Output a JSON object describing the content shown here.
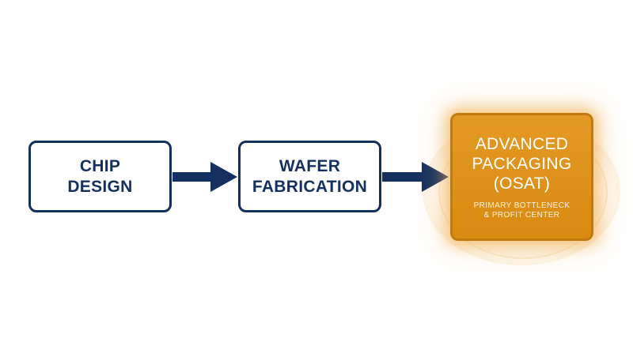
{
  "diagram": {
    "nodes": [
      {
        "id": "chip-design",
        "lines": [
          "CHIP",
          "DESIGN"
        ]
      },
      {
        "id": "wafer-fabrication",
        "lines": [
          "WAFER",
          "FABRICATION"
        ]
      },
      {
        "id": "advanced-packaging",
        "lines": [
          "ADVANCED",
          "PACKAGING",
          "(OSAT)"
        ],
        "sublines": [
          "PRIMARY BOTTLENECK",
          "& PROFIT CENTER"
        ],
        "highlighted": true
      }
    ],
    "edges": [
      {
        "from": "chip-design",
        "to": "wafer-fabrication"
      },
      {
        "from": "wafer-fabrication",
        "to": "advanced-packaging"
      }
    ]
  },
  "colors": {
    "navy": "#14305e",
    "highlight": "#e39a24",
    "highlight_text": "#ffffff"
  }
}
